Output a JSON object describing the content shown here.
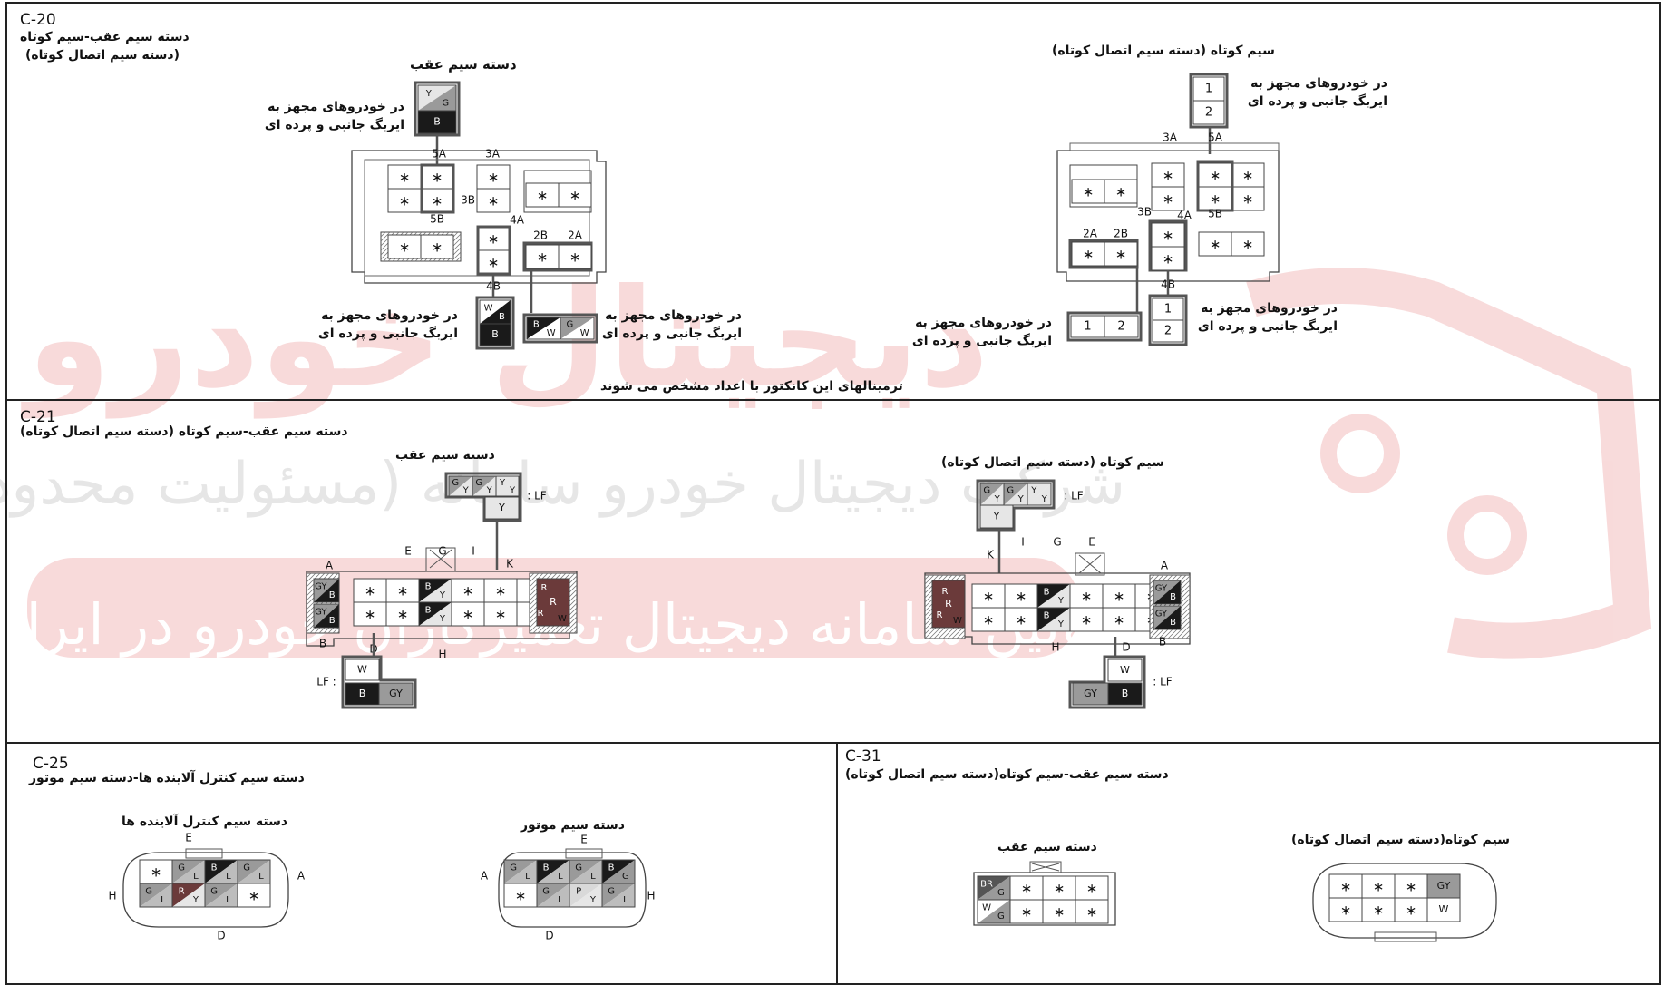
{
  "watermark": {
    "brand": "دیجیتال خودرو",
    "company": "شرکت دیجیتال خودرو سامانه (مسئولیت محدود)",
    "tagline": "اولین سامانه دیجیتال تعمیرکاران خودرو در ایران"
  },
  "c20": {
    "code": "C-20",
    "title_l1": "دسته سیم عقب-سیم کوتاه",
    "title_l2": "(دسته سیم اتصال کوتاه)",
    "left_title": "دسته سیم عقب",
    "right_title": "سیم کوتاه (دسته سیم اتصال کوتاه)",
    "note_l1": "در خودروهای مجهز به",
    "note_l2": "ایربگ جانبی و پرده ای",
    "footer": "ترمینالهای این کانکتور با اعداد مشخص می شوند",
    "labels": [
      "5A",
      "3A",
      "3B",
      "5B",
      "4A",
      "4B",
      "2B",
      "2A"
    ]
  },
  "c21": {
    "code": "C-21",
    "title": "دسته سیم عقب-سیم کوتاه (دسته سیم اتصال کوتاه)",
    "left_title": "دسته سیم عقب",
    "right_title": "سیم کوتاه (دسته سیم اتصال کوتاه)",
    "lf": "LF",
    "letters": [
      "A",
      "B",
      "D",
      "E",
      "G",
      "H",
      "I",
      "K"
    ]
  },
  "c25": {
    "code": "C-25",
    "title": "دسته سیم کنترل آلاینده ها-دسته سیم موتور",
    "left_title": "دسته سیم کنترل آلاینده ها",
    "right_title": "دسته سیم موتور"
  },
  "c31": {
    "code": "C-31",
    "title": "دسته سیم عقب-سیم کوتاه(دسته سیم اتصال کوتاه)",
    "left_title": "دسته سیم عقب",
    "right_title": "سیم کوتاه(دسته سیم اتصال کوتاه)"
  },
  "wire_colors": {
    "B": "#1a1a1a",
    "G": "#9a9a9a",
    "Y": "#e6e6e6",
    "W": "#ffffff",
    "GY": "#9a9a9a",
    "R": "#6b3a3a",
    "BR": "#555555",
    "L": "#bdbdbd",
    "P": "#d9d9d9"
  }
}
